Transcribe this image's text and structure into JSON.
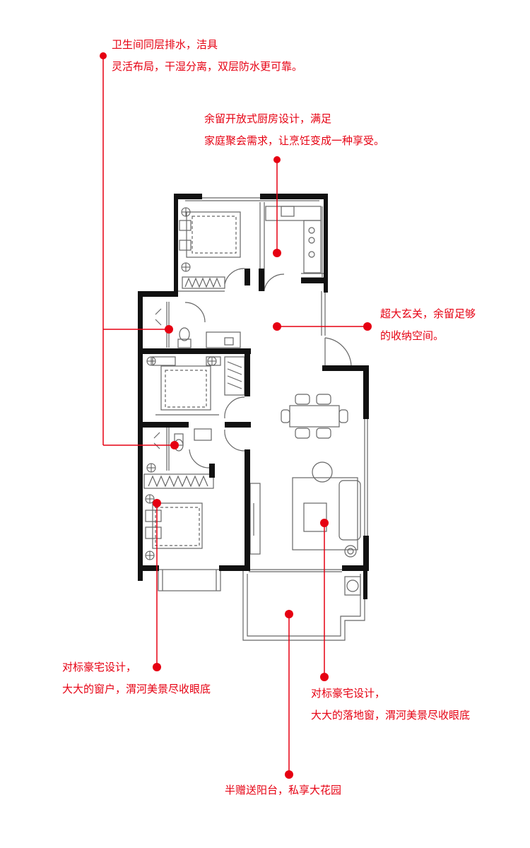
{
  "colors": {
    "accent": "#e60012",
    "wall": "#111111",
    "line": "#555555",
    "furniture": "#888888"
  },
  "annotations": [
    {
      "id": "bathroom",
      "lines": [
        "卫生间同层排水，洁具",
        "灵活布局，干湿分离，双层防水更可靠。"
      ]
    },
    {
      "id": "kitchen",
      "lines": [
        "余留开放式厨房设计，满足",
        "家庭聚会需求，让烹饪变成一种享受。"
      ]
    },
    {
      "id": "foyer",
      "lines": [
        "超大玄关，余留足够",
        "的收纳空间。"
      ]
    },
    {
      "id": "bedroom-window",
      "lines": [
        "对标豪宅设计，",
        "大大的窗户，渭河美景尽收眼底"
      ]
    },
    {
      "id": "living-window",
      "lines": [
        "对标豪宅设计，",
        "大大的落地窗，渭河美景尽收眼底"
      ]
    },
    {
      "id": "balcony",
      "lines": [
        "半赠送阳台，私享大花园"
      ]
    }
  ]
}
